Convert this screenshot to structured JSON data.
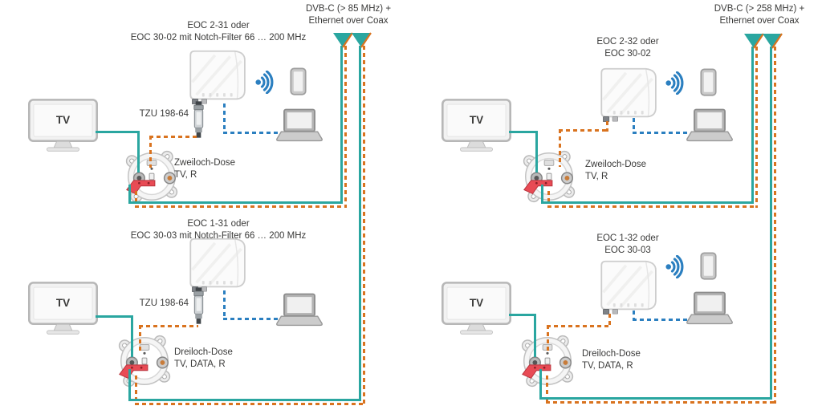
{
  "colors": {
    "coax_teal": "#2aa6a0",
    "eoc_data_orange": "#d9731f",
    "ethernet_blue": "#2b7fc0",
    "text": "#3a3a39",
    "outlet_bracket_red": "#e84b55"
  },
  "left_diagram": {
    "header_line1": "DVB-C (> 85 MHz) +",
    "header_line2": "Ethernet over Coax",
    "top": {
      "eoc_line1": "EOC 2-31 oder",
      "eoc_line2": "EOC 30-02 mit Notch-Filter 66 … 200 MHz",
      "filter_label": "TZU 198-64",
      "tv_label": "TV",
      "outlet_line1": "Zweiloch-Dose",
      "outlet_line2": "TV, R"
    },
    "bottom": {
      "eoc_line1": "EOC 1-31 oder",
      "eoc_line2": "EOC 30-03 mit Notch-Filter 66 … 200 MHz",
      "filter_label": "TZU 198-64",
      "tv_label": "TV",
      "outlet_line1": "Dreiloch-Dose",
      "outlet_line2": "TV, DATA, R"
    }
  },
  "right_diagram": {
    "header_line1": "DVB-C (> 258 MHz) +",
    "header_line2": "Ethernet over Coax",
    "top": {
      "eoc_line1": "EOC 2-32 oder",
      "eoc_line2": "EOC 30-02",
      "tv_label": "TV",
      "outlet_line1": "Zweiloch-Dose",
      "outlet_line2": "TV, R"
    },
    "bottom": {
      "eoc_line1": "EOC 1-32 oder",
      "eoc_line2": "EOC 30-03",
      "tv_label": "TV",
      "outlet_line1": "Dreiloch-Dose",
      "outlet_line2": "TV, DATA, R"
    }
  }
}
